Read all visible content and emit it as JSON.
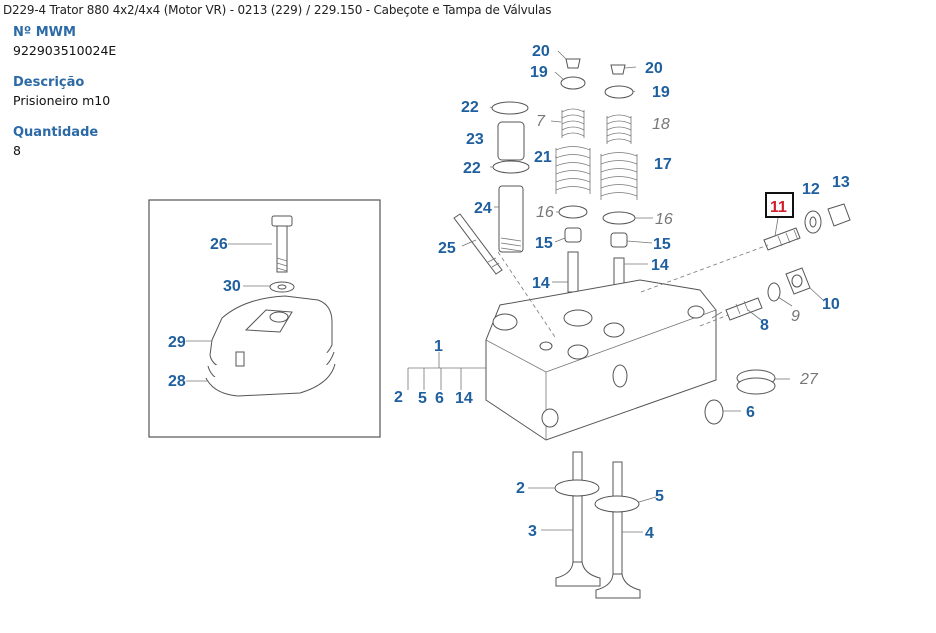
{
  "breadcrumb": {
    "model": "D229-4 Trator 880 4x2/4x4 (Motor VR) - 0213 (229)",
    "separator": "/",
    "group": "229.150 - Cabeçote e Tampa de Válvulas"
  },
  "fields": [
    {
      "label": "Nº MWM",
      "value": "922903510024E"
    },
    {
      "label": "Descrição",
      "value": "Prisioneiro m10"
    },
    {
      "label": "Quantidade",
      "value": "8"
    }
  ],
  "diagram": {
    "selected_callout": "11",
    "callouts": {
      "c20a": "20",
      "c20b": "20",
      "c19a": "19",
      "c19b": "19",
      "c7": "7",
      "c18": "18",
      "c22a": "22",
      "c23": "23",
      "c22b": "22",
      "c21": "21",
      "c17": "17",
      "c24": "24",
      "c16a": "16",
      "c16b": "16",
      "c15a": "15",
      "c15b": "15",
      "c25": "25",
      "c14a": "14",
      "c14b": "14",
      "c11": "11",
      "c12": "12",
      "c13": "13",
      "c10": "10",
      "c9": "9",
      "c8": "8",
      "c1": "1",
      "c2a": "2",
      "c5a": "5",
      "c6a": "6",
      "c14c": "14",
      "c27": "27",
      "c6b": "6",
      "c2b": "2",
      "c5b": "5",
      "c3": "3",
      "c4": "4",
      "c26": "26",
      "c30": "30",
      "c29": "29",
      "c28": "28"
    }
  }
}
